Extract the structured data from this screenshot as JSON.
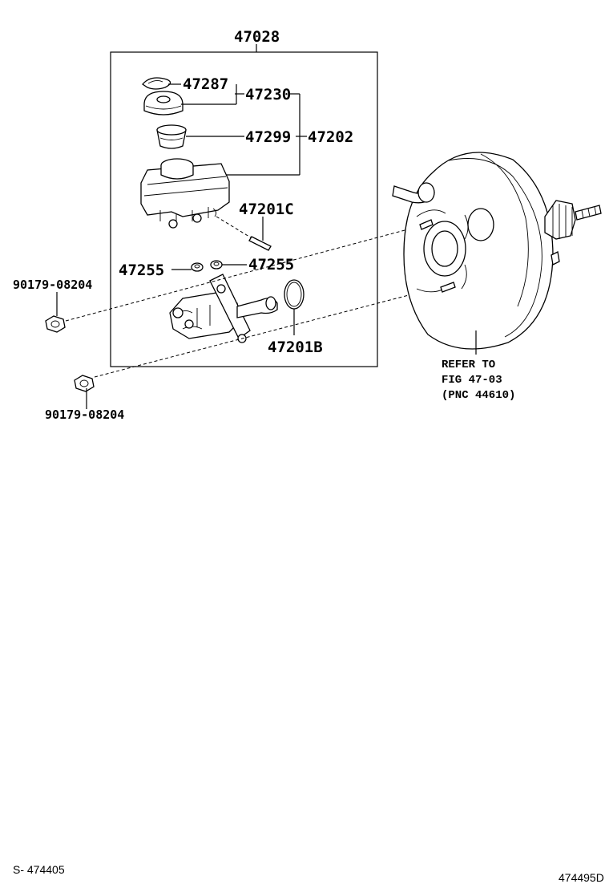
{
  "diagram": {
    "assembly_label": "47028",
    "labels": {
      "p47287": "47287",
      "p47230": "47230",
      "p47299": "47299",
      "p47202": "47202",
      "p47201c": "47201C",
      "p47255_left": "47255",
      "p47255_right": "47255",
      "p47201b": "47201B",
      "p90179_top": "90179-08204",
      "p90179_bottom": "90179-08204"
    },
    "reference": {
      "line1": "REFER TO",
      "line2": "FIG 47-03",
      "line3": "(PNC 44610)"
    },
    "footer": {
      "left": "S- 474405",
      "right": "474495D"
    }
  }
}
